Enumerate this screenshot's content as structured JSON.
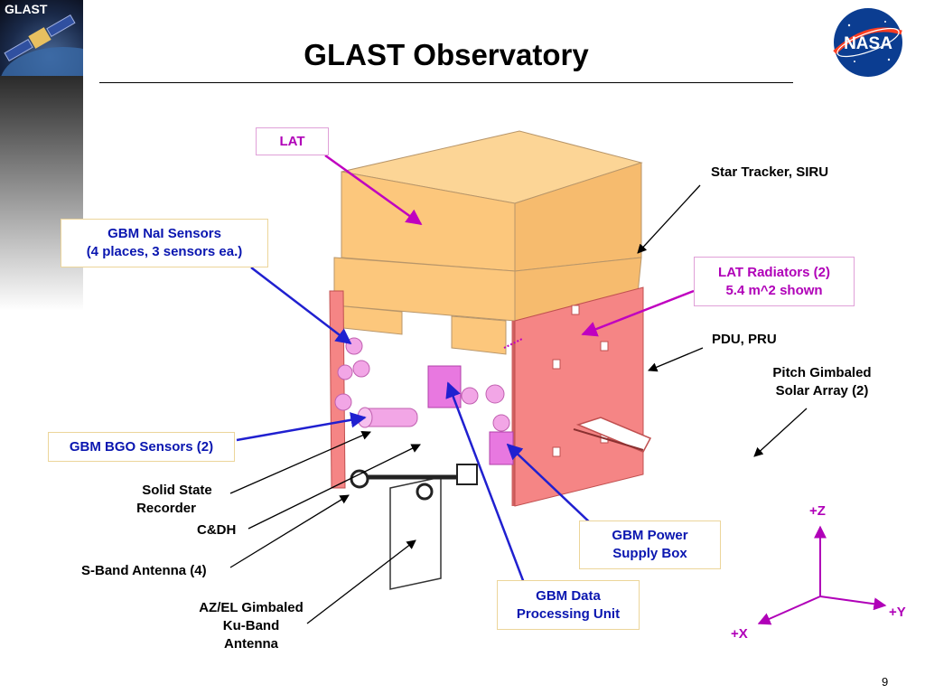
{
  "slide": {
    "title": "GLAST Observatory",
    "page_number": "9",
    "glast_logo_text": "GLAST",
    "nasa_logo_text": "NASA"
  },
  "callouts": {
    "lat": "LAT",
    "gbm_nai_line1": "GBM NaI Sensors",
    "gbm_nai_line2": "(4 places, 3 sensors ea.)",
    "star_tracker": "Star Tracker, SIRU",
    "lat_radiators_line1": "LAT Radiators (2)",
    "lat_radiators_line2": "5.4 m^2 shown",
    "pdu_pru": "PDU, PRU",
    "solar_array_line1": "Pitch Gimbaled",
    "solar_array_line2": "Solar Array (2)",
    "gbm_bgo": "GBM BGO Sensors (2)",
    "ssr_line1": "Solid State",
    "ssr_line2": "Recorder",
    "cdh": "C&DH",
    "sband": "S-Band Antenna (4)",
    "kuband_line1": "AZ/EL Gimbaled",
    "kuband_line2": "Ku-Band",
    "kuband_line3": "Antenna",
    "gbm_power_line1": "GBM Power",
    "gbm_power_line2": "Supply Box",
    "gbm_dpu_line1": "GBM Data",
    "gbm_dpu_line2": "Processing Unit"
  },
  "axes": {
    "z": "+Z",
    "y": "+Y",
    "x": "+X"
  },
  "colors": {
    "lat_body": "#fcc77c",
    "radiator": "#f58585",
    "purple_arrow": "#c000c0",
    "blue_arrow": "#2020d0",
    "axis_color": "#b000b8"
  }
}
